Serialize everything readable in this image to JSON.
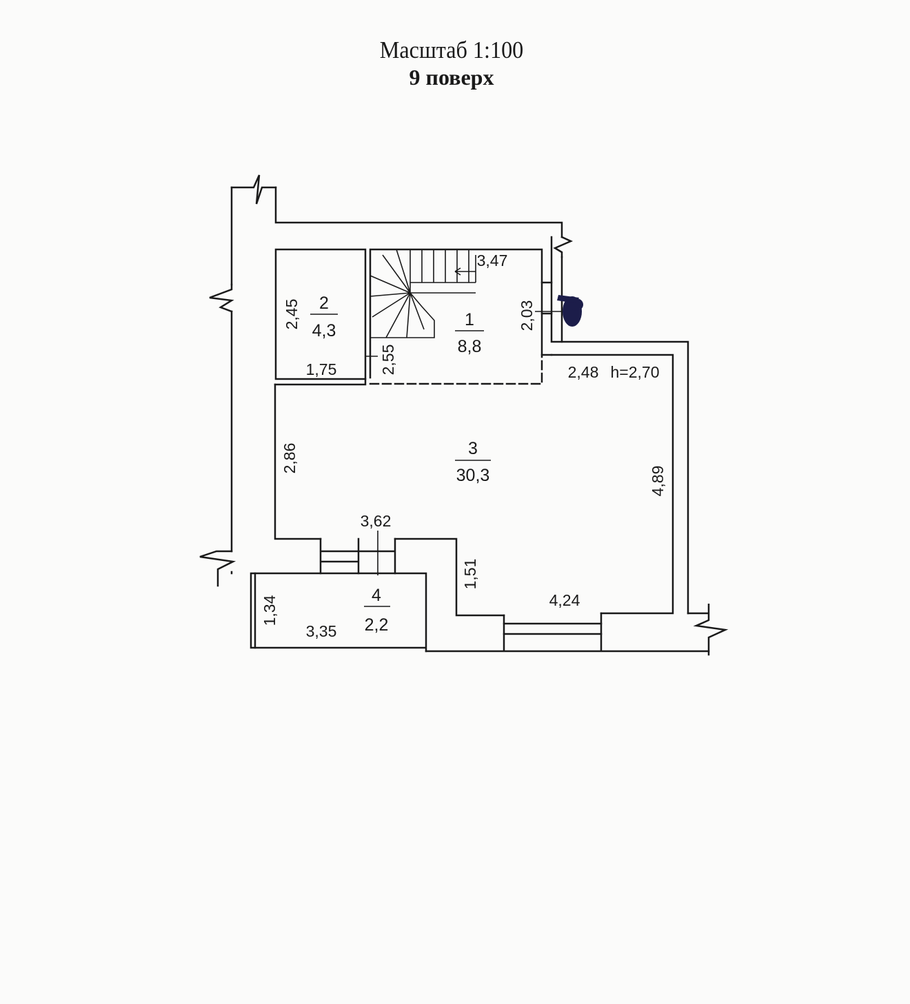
{
  "header": {
    "scale": "Масштаб 1:100",
    "floor": "9 поверх"
  },
  "rooms": [
    {
      "number": "1",
      "area": "8,8"
    },
    {
      "number": "2",
      "area": "4,3"
    },
    {
      "number": "3",
      "area": "30,3"
    },
    {
      "number": "4",
      "area": "2,2"
    }
  ],
  "dimensions": {
    "stair_width": "3,47",
    "stair_depth": "2,03",
    "stair_side": "2,55",
    "room2_height": "2,45",
    "room2_width": "1,75",
    "room3_left": "2,86",
    "room3_top_right": "2,48",
    "ceiling_height": "h=2,70",
    "room3_right": "4,89",
    "room3_bottom": "3,62",
    "step_height": "1,51",
    "room3_bottom_right": "4,24",
    "room4_height": "1,34",
    "room4_width": "3,35"
  },
  "colors": {
    "line": "#1a1a1a",
    "ink_mark": "#1c1d4a",
    "paper": "#fbfbfa"
  }
}
